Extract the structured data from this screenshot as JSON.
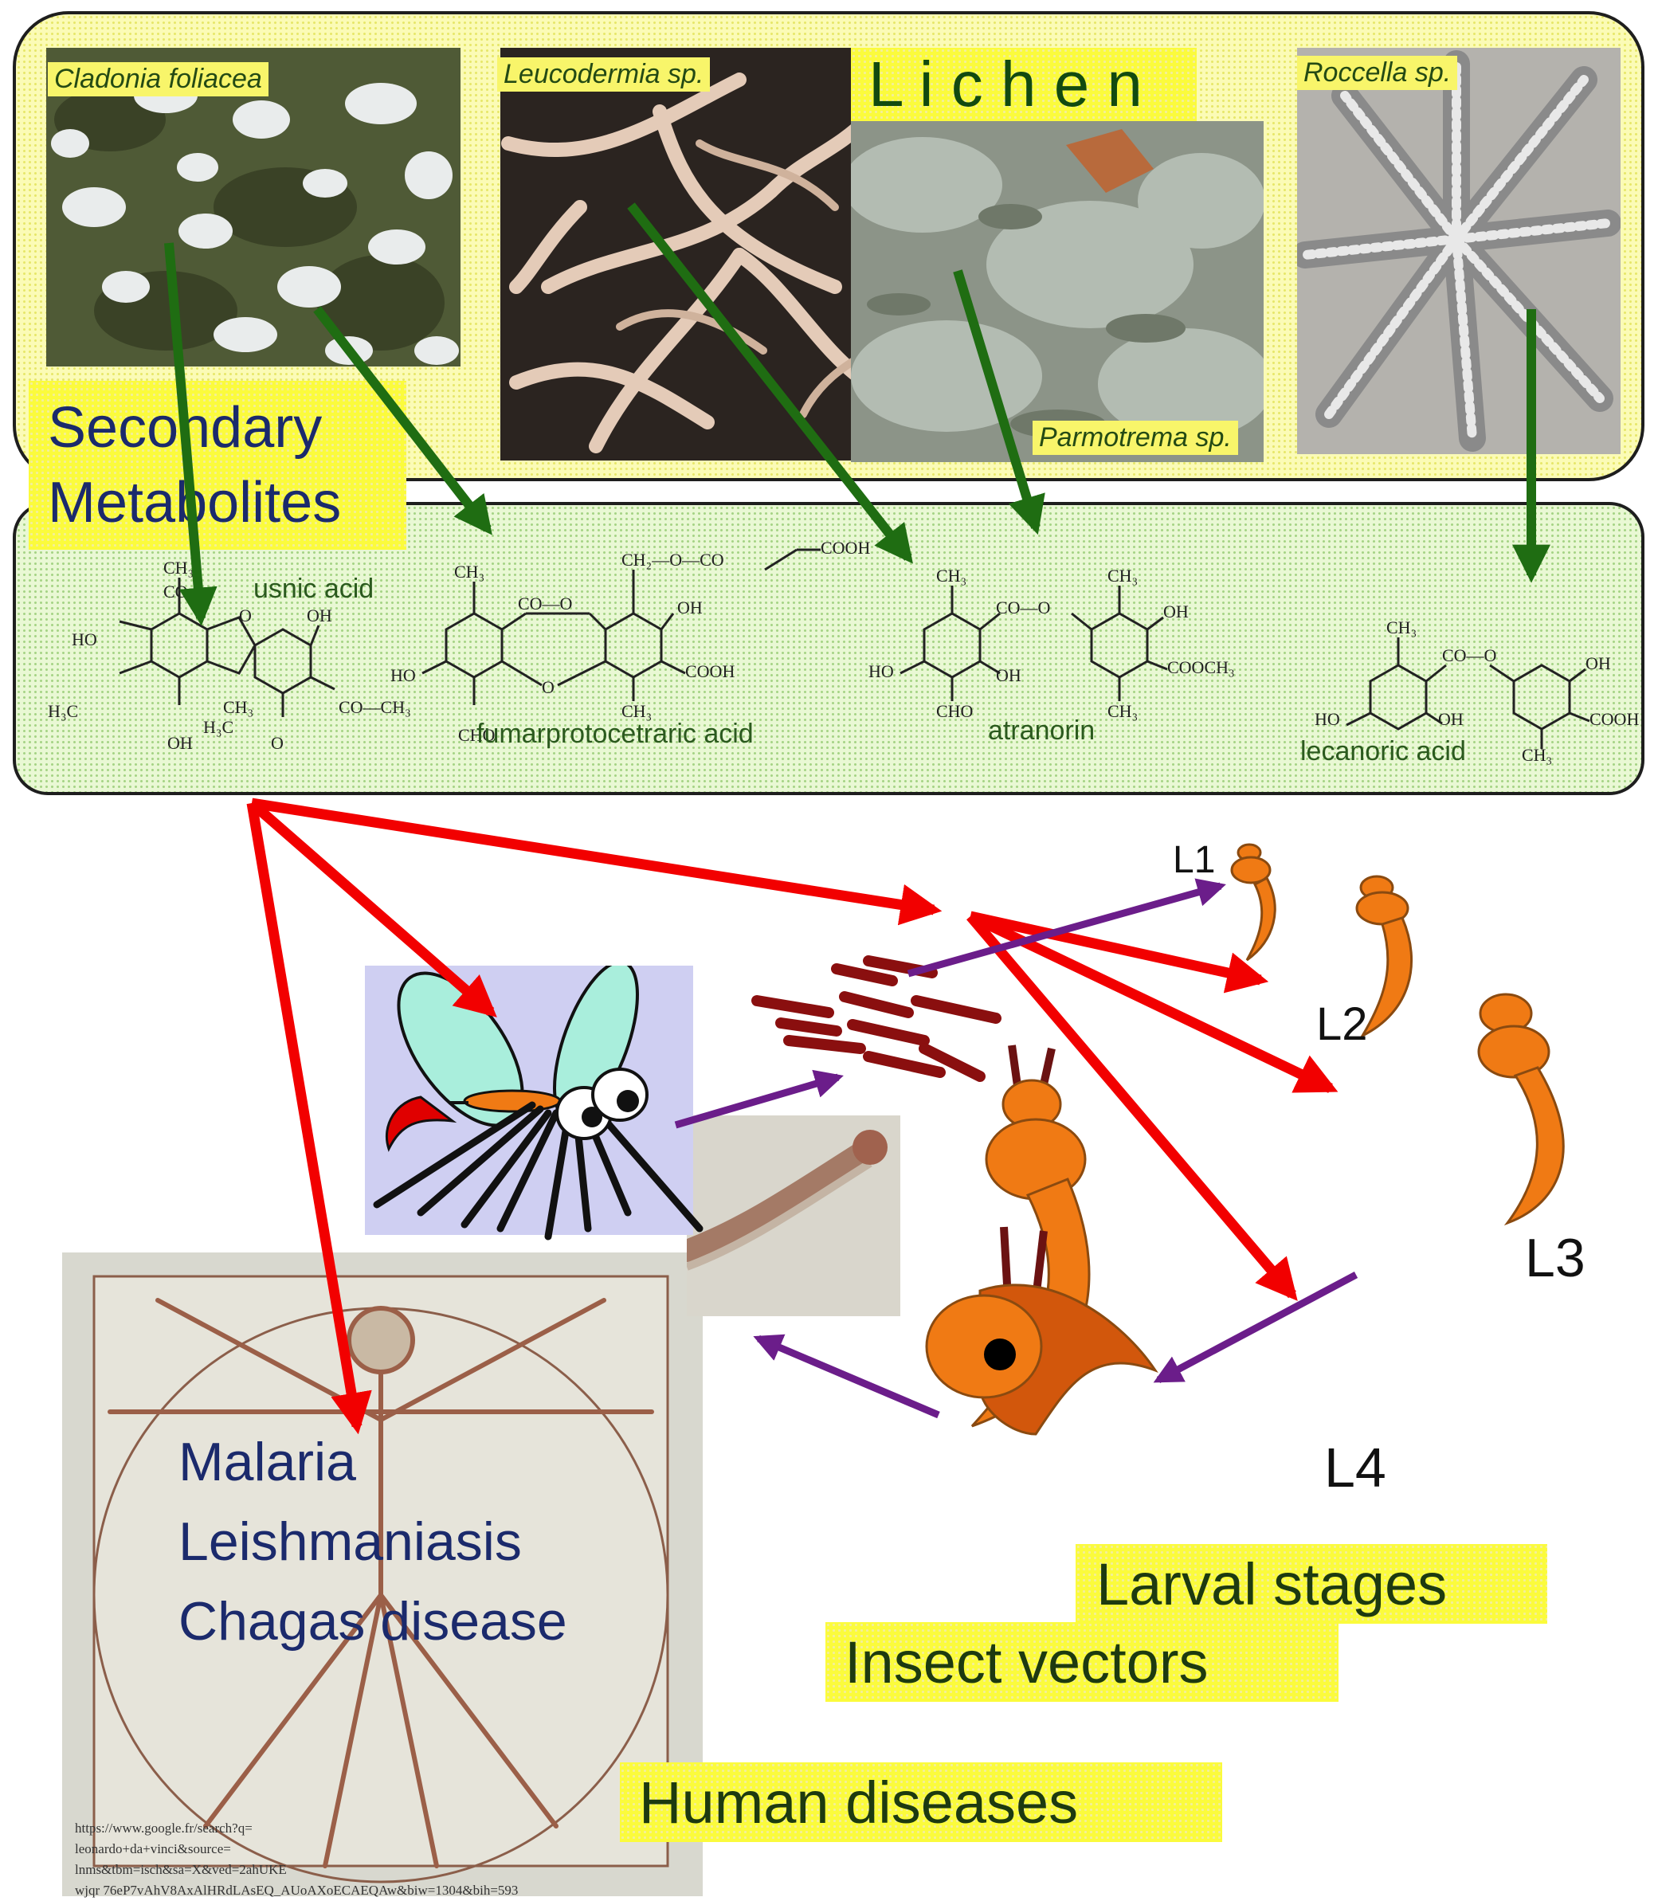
{
  "lichen_panel": {
    "title": "L i c h e n",
    "species": [
      {
        "name": "Cladonia foliacea"
      },
      {
        "name": "Leucodermia sp."
      },
      {
        "name": "Parmotrema sp."
      },
      {
        "name": "Roccella sp."
      }
    ]
  },
  "metabolites_panel": {
    "title_line1": "Secondary",
    "title_line2": "Metabolites",
    "compounds": [
      {
        "name": "usnic acid"
      },
      {
        "name": "fumarprotocetraric acid"
      },
      {
        "name": "atranorin"
      },
      {
        "name": "lecanoric acid"
      }
    ]
  },
  "larval": {
    "stages": [
      "L1",
      "L2",
      "L3",
      "L4"
    ],
    "label": "Larval stages"
  },
  "vectors_label": "Insect vectors",
  "diseases": {
    "items": [
      "Malaria",
      "Leishmaniasis",
      "Chagas disease"
    ],
    "label": "Human diseases",
    "source_url_lines": [
      "https://www.google.fr/search?q=",
      "leonardo+da+vinci&source=",
      "lnms&tbm=isch&sa=X&ved=2ahUKE",
      "wjqr 76eP7vAhV8AxAlHRdLAsEQ_AUoAXoECAEQAw&biw=1304&bih=593"
    ]
  },
  "colors": {
    "highlight": "#fbfb3c",
    "lichen_bg": "#fbfbb6",
    "metabolite_bg": "#e9f8d4",
    "green_arrow": "#1f6d12",
    "red_arrow": "#f20000",
    "purple_arrow": "#6b1d8a",
    "larva": "#f07a14"
  }
}
